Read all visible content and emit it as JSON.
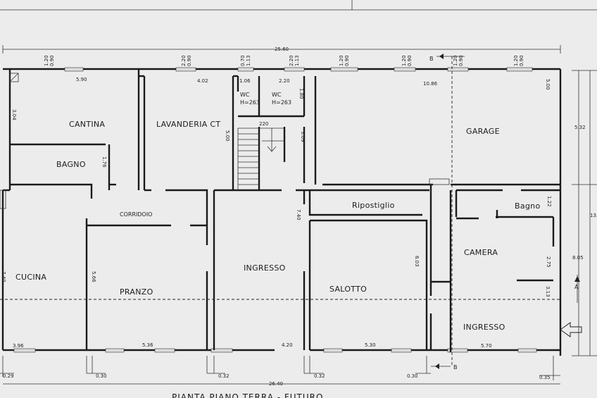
{
  "title": "PIANTA PIANO TERRA - FUTURO",
  "rooms": {
    "cantina": "CANTINA",
    "lavanderia": "LAVANDERIA CT",
    "wc1": "WC",
    "wc1_h": "H=263",
    "wc2": "WC",
    "wc2_h": "H=263",
    "garage": "GARAGE",
    "bagno1": "BAGNO",
    "corridoio": "CORRIDOIO",
    "ripostiglio": "Ripostiglio",
    "bagno2": "Bagno",
    "cucina": "CUCINA",
    "pranzo": "PRANZO",
    "ingresso1": "INGRESSO",
    "salotto": "SALOTTO",
    "camera": "CAMERA",
    "ingresso2": "INGRESSO"
  },
  "dimensions": {
    "total_top": "25.60",
    "total_bottom": "26.40",
    "right_upper": "5.32",
    "right_lower": "8.05",
    "right_total": "13.",
    "top_row": [
      "5.90",
      "4.02",
      "1.06",
      "2.20",
      "10.86",
      "5.00"
    ],
    "cantina_h": "3.04",
    "bagno_h": "1.76",
    "lav_h": "5.00",
    "stair_w": "220",
    "wc_h": "1.80",
    "stair_h": "3.09",
    "corr_h": "7.40",
    "cucina_h": "7.40",
    "pranzo_h": "5.66",
    "salotto_h": "6.03",
    "bagno2_h": "1.22",
    "camera_h": "2.75",
    "ingr2_h": "3.13",
    "bottom_row": [
      "3.96",
      "5.36",
      "4.20",
      "5.30",
      "5.70"
    ],
    "wall_offsets": [
      "0.29",
      "0.30",
      "0.32",
      "0.32",
      "0.30",
      "0.35"
    ],
    "window_pairs": [
      [
        "0.90",
        "1.20"
      ],
      [
        "0.90",
        "2.20"
      ],
      [
        "1.13",
        "0.70"
      ],
      [
        "1.13",
        "2.20"
      ],
      [
        "0.90",
        "1.20"
      ],
      [
        "0.90",
        "1.20"
      ],
      [
        "0.90",
        "1.20"
      ],
      [
        "0.90",
        "1.20"
      ]
    ]
  },
  "section_marks": {
    "b_top": "B",
    "b_bottom": "B",
    "a": "A"
  }
}
